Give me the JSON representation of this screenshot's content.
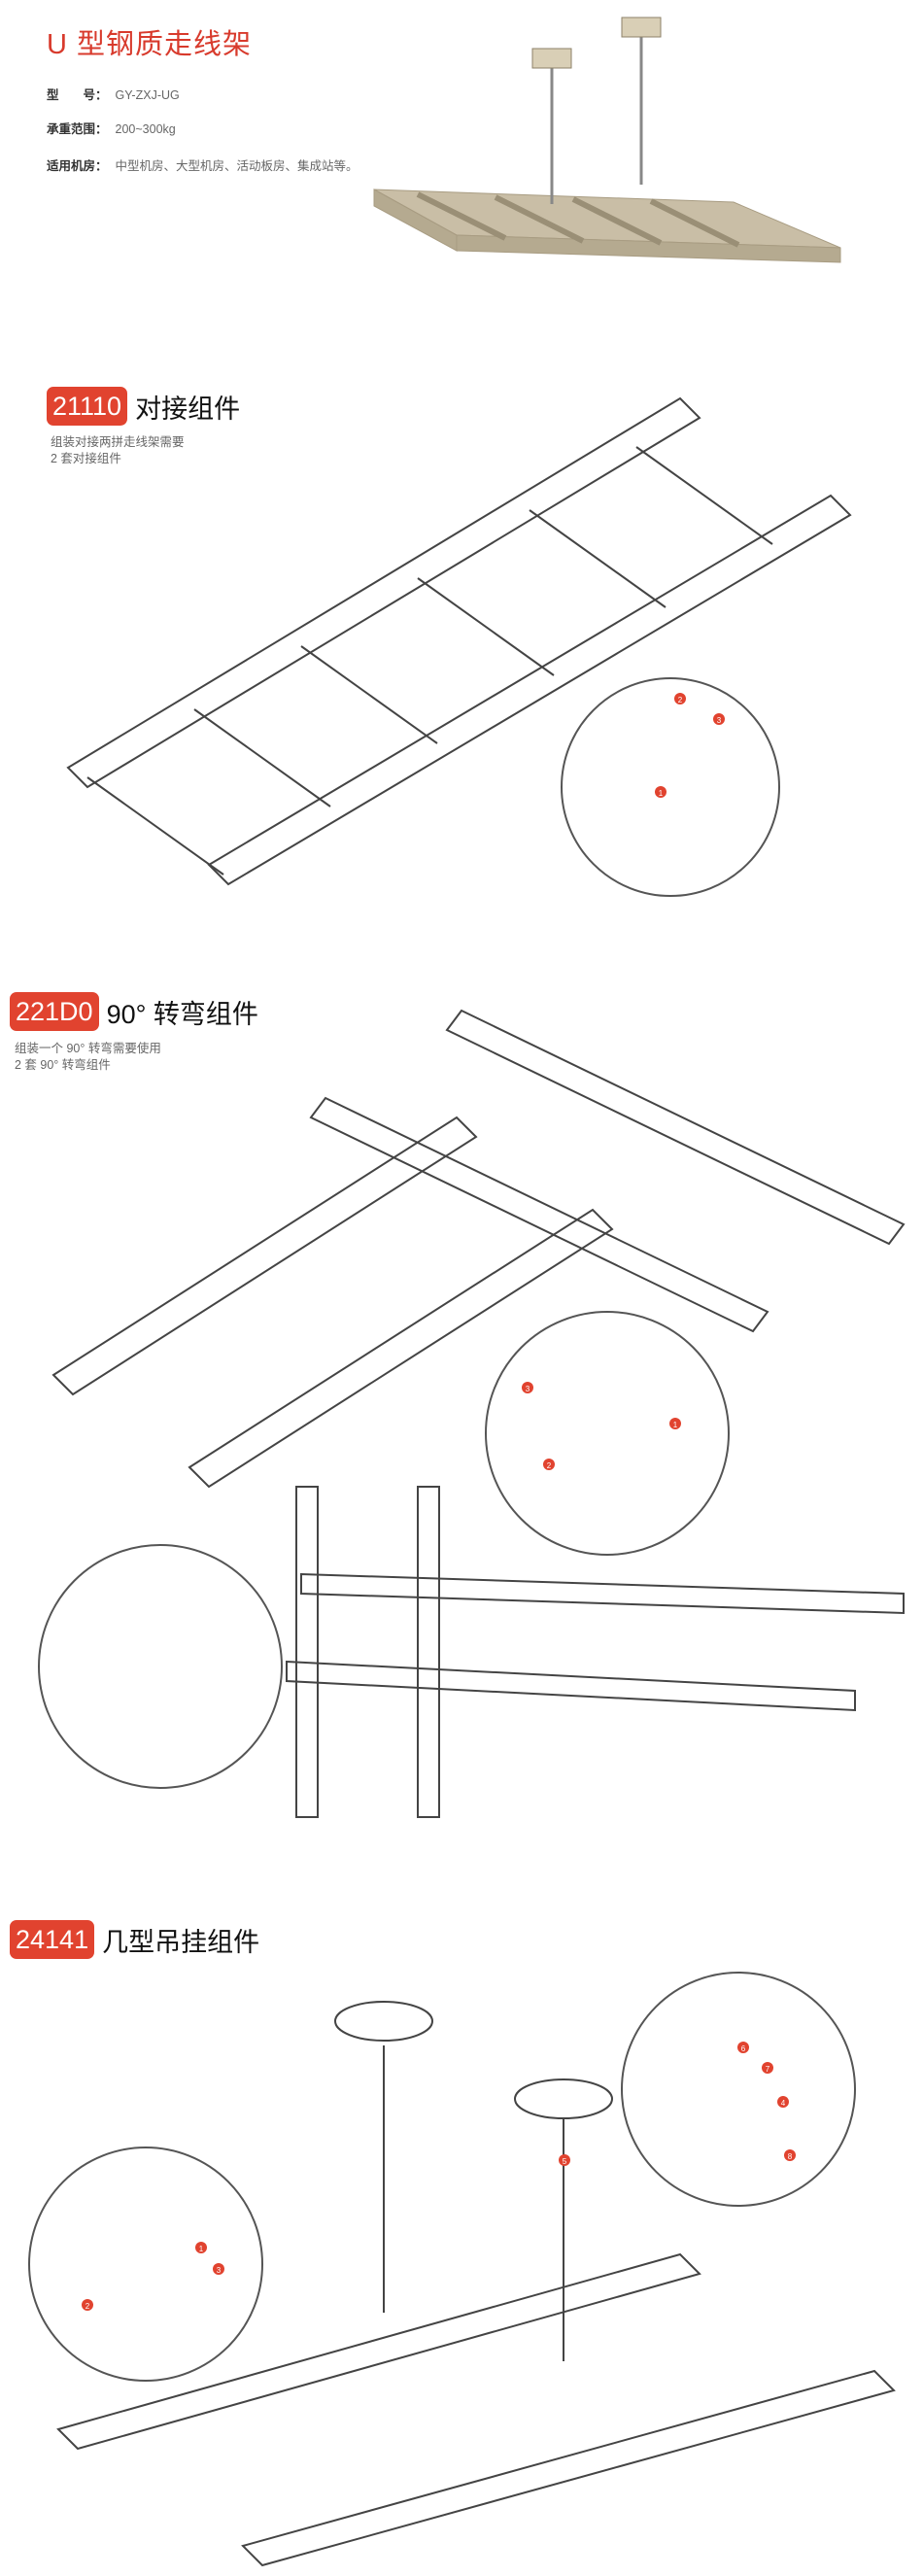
{
  "header": {
    "title": "U 型钢质走线架",
    "specs": [
      {
        "label": "型　　号：",
        "value": "GY-ZXJ-UG"
      },
      {
        "label": "承重范围：",
        "value": "200~300kg"
      },
      {
        "label": "适用机房：",
        "value": "中型机房、大型机房、活动板房、集成站等。"
      }
    ]
  },
  "sections": [
    {
      "code": "21110",
      "name": "对接组件",
      "notes": [
        "组装对接两拼走线架需要",
        "2 套对接组件"
      ],
      "callouts": [
        "1",
        "2",
        "3"
      ]
    },
    {
      "code": "221D0",
      "name": "90°  转弯组件",
      "notes": [
        "组装一个 90°  转弯需要使用",
        "2 套 90°  转弯组件"
      ],
      "callouts": [
        "1",
        "2",
        "3"
      ]
    },
    {
      "code": "24141",
      "name": "几型吊挂组件",
      "notes": [],
      "callouts": [
        "1",
        "2",
        "3",
        "4",
        "5",
        "6",
        "7",
        "8"
      ]
    }
  ],
  "colors": {
    "accent": "#e1432f",
    "title": "#d83a2c",
    "line": "#555555"
  }
}
